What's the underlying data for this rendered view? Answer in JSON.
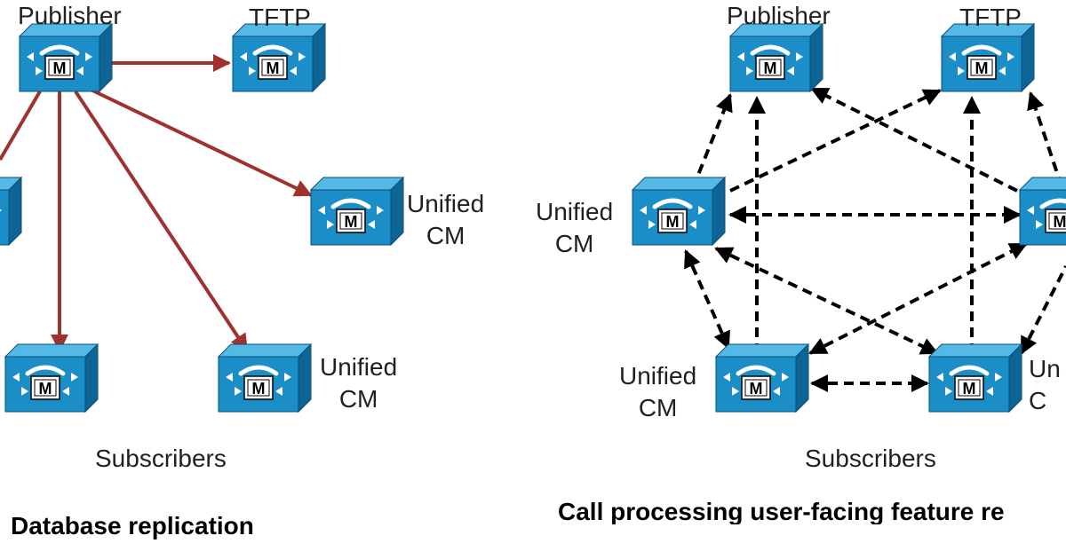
{
  "left": {
    "publisher_label": "Publisher",
    "tftp_label": "TFTP",
    "unified_a": [
      "Unified",
      "CM"
    ],
    "unified_b": [
      "Unified",
      "CM"
    ],
    "subscribers_label": "Subscribers",
    "caption": "Database replication",
    "arrow_color": "#a0322d"
  },
  "right": {
    "publisher_label": "Publisher",
    "tftp_label": "TFTP",
    "unified_left": [
      "Unified",
      "CM"
    ],
    "unified_bottom_left": [
      "Unified",
      "CM"
    ],
    "unified_bottom_right_partial": [
      "Un",
      "C"
    ],
    "subscribers_label": "Subscribers",
    "caption": "Call processing user-facing feature re"
  },
  "icon": {
    "name": "unified-cm-server-icon",
    "glyph": "M",
    "front_color": "#1b8ec8",
    "top_color": "#55b9e6",
    "side_color": "#0f6496"
  }
}
